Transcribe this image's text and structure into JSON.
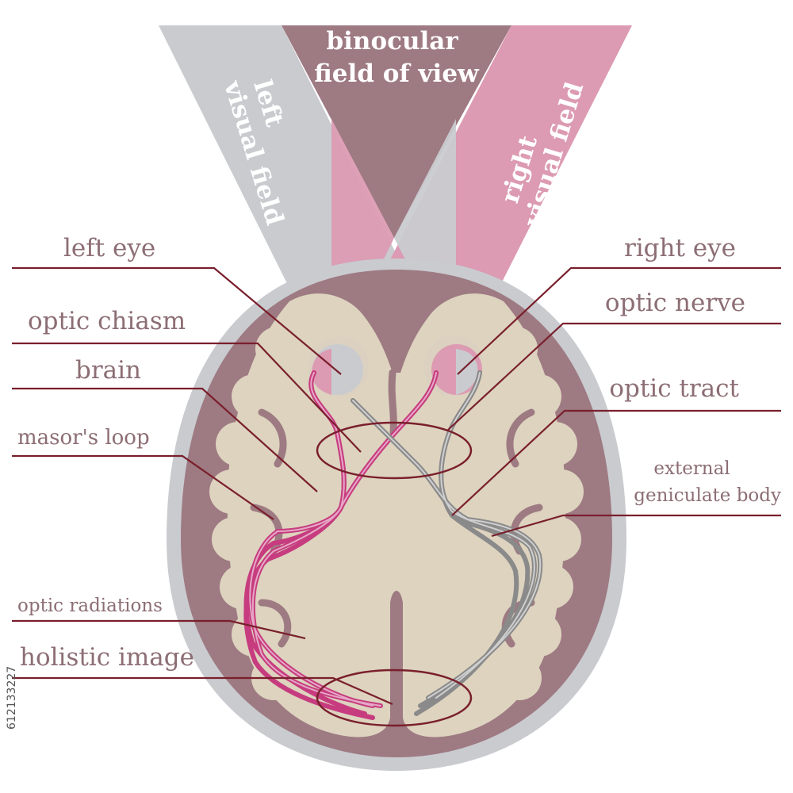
{
  "fields": {
    "left": [
      "left",
      "visual field"
    ],
    "binocular": [
      "binocular",
      "field of view"
    ],
    "right": [
      "right",
      "visual field"
    ]
  },
  "labels": {
    "left_eye": "left eye",
    "optic_chiasm": "optic chiasm",
    "brain": "brain",
    "masors_loop": "masor's loop",
    "optic_radiations": "optic radiations",
    "holistic_image": "holistic image",
    "right_eye": "right eye",
    "optic_nerve": "optic nerve",
    "optic_tract": "optic tract",
    "external_geniculate_body": [
      "external",
      "geniculate body"
    ]
  },
  "stock_id": "612133227",
  "colors": {
    "gray_field": "#c9cbcf",
    "pink_field": "#dc9bb2",
    "mauve_field": "#9e7a82",
    "skull": "#9e7a82",
    "brain": "#ddd3bf",
    "left_path": "#c73c7f",
    "right_path": "#8a8a8a",
    "leader": "#7a1f2c"
  }
}
